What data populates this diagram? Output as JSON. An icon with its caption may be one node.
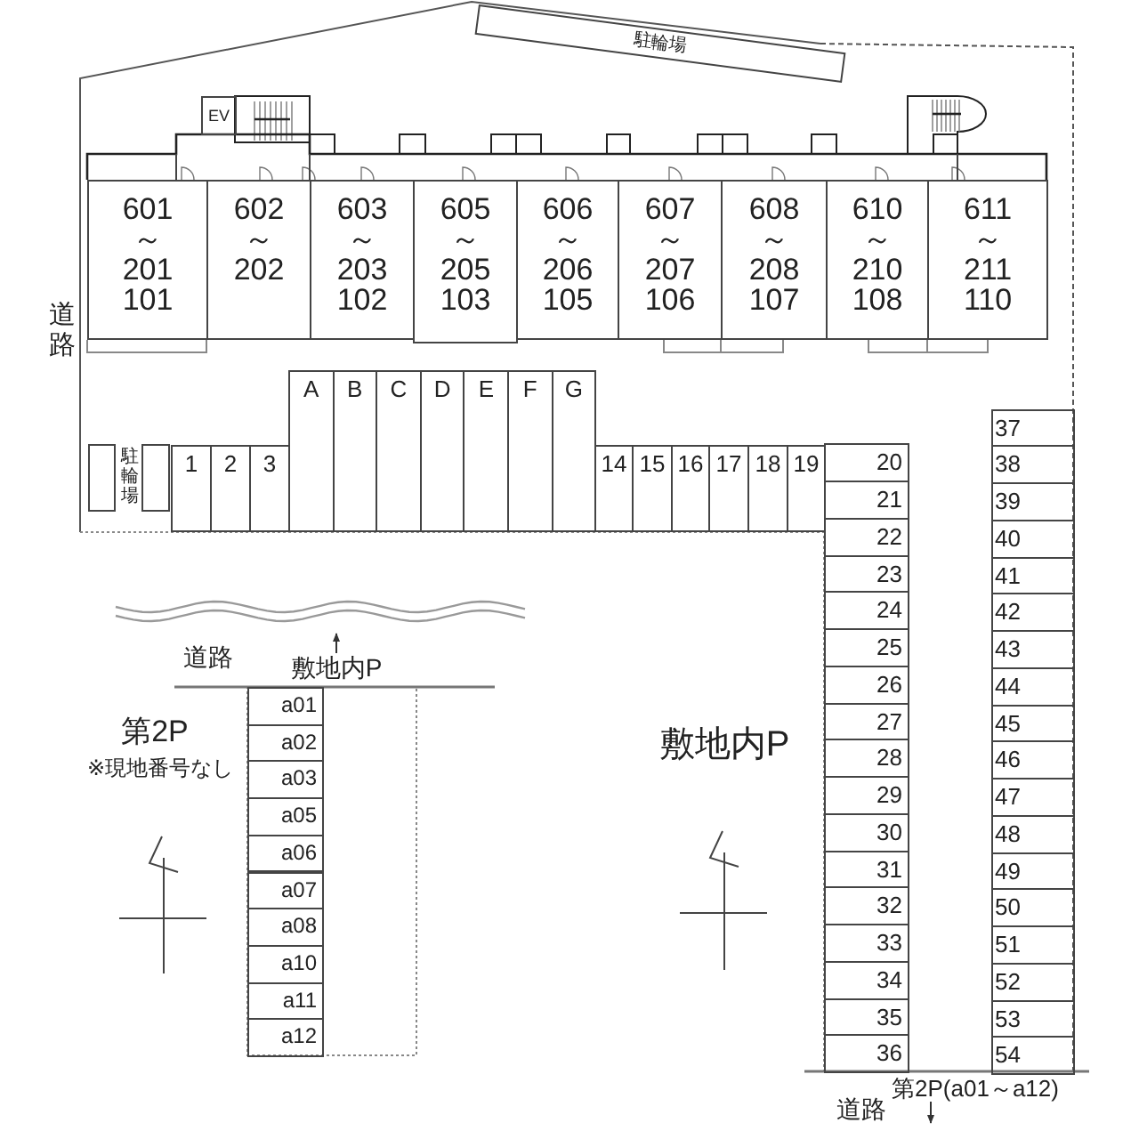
{
  "diagram": {
    "nodes": [
      {
        "text": [
          "駐輪場"
        ]
      },
      {
        "text": [
          "EV"
        ]
      },
      {
        "text": [
          "601 ～ 201 101"
        ]
      },
      {
        "text": [
          "602 ～ 202"
        ]
      },
      {
        "text": [
          "603 ～ 203 102"
        ]
      },
      {
        "text": [
          "605 ～ 205 103"
        ]
      },
      {
        "text": [
          "606 ～ 206 105"
        ]
      },
      {
        "text": [
          "607 ～ 207 106"
        ]
      },
      {
        "text": [
          "608 ～ 208 107"
        ]
      },
      {
        "text": [
          "610 ～ 210 108"
        ]
      },
      {
        "text": [
          "611 ～ 211 110"
        ]
      },
      {
        "text": [
          "A"
        ]
      },
      {
        "text": [
          "B"
        ]
      },
      {
        "text": [
          "C"
        ]
      },
      {
        "text": [
          "D"
        ]
      },
      {
        "text": [
          "E"
        ]
      },
      {
        "text": [
          "F"
        ]
      },
      {
        "text": [
          "G"
        ]
      },
      {
        "text": [
          "1"
        ]
      },
      {
        "text": [
          "2"
        ]
      },
      {
        "text": [
          "3"
        ]
      },
      {
        "text": [
          "14"
        ]
      },
      {
        "text": [
          "15"
        ]
      },
      {
        "text": [
          "16"
        ]
      },
      {
        "text": [
          "17"
        ]
      },
      {
        "text": [
          "18"
        ]
      },
      {
        "text": [
          "19"
        ]
      },
      {
        "text": [
          "20"
        ]
      },
      {
        "text": [
          "21"
        ]
      },
      {
        "text": [
          "22"
        ]
      },
      {
        "text": [
          "23"
        ]
      },
      {
        "text": [
          "24"
        ]
      },
      {
        "text": [
          "25"
        ]
      },
      {
        "text": [
          "26"
        ]
      },
      {
        "text": [
          "27"
        ]
      },
      {
        "text": [
          "28"
        ]
      },
      {
        "text": [
          "29"
        ]
      },
      {
        "text": [
          "30"
        ]
      },
      {
        "text": [
          "31"
        ]
      },
      {
        "text": [
          "32"
        ]
      },
      {
        "text": [
          "33"
        ]
      },
      {
        "text": [
          "34"
        ]
      },
      {
        "text": [
          "35"
        ]
      },
      {
        "text": [
          "36"
        ]
      },
      {
        "text": [
          "37"
        ]
      },
      {
        "text": [
          "38"
        ]
      },
      {
        "text": [
          "39"
        ]
      },
      {
        "text": [
          "40"
        ]
      },
      {
        "text": [
          "41"
        ]
      },
      {
        "text": [
          "42"
        ]
      },
      {
        "text": [
          "43"
        ]
      },
      {
        "text": [
          "44"
        ]
      },
      {
        "text": [
          "45"
        ]
      },
      {
        "text": [
          "46"
        ]
      },
      {
        "text": [
          "47"
        ]
      },
      {
        "text": [
          "48"
        ]
      },
      {
        "text": [
          "49"
        ]
      },
      {
        "text": [
          "50"
        ]
      },
      {
        "text": [
          "51"
        ]
      },
      {
        "text": [
          "52"
        ]
      },
      {
        "text": [
          "53"
        ]
      },
      {
        "text": [
          "54"
        ]
      },
      {
        "text": [
          "a01"
        ]
      },
      {
        "text": [
          "a02"
        ]
      },
      {
        "text": [
          "a03"
        ]
      },
      {
        "text": [
          "a05"
        ]
      },
      {
        "text": [
          "a06"
        ]
      },
      {
        "text": [
          "a07"
        ]
      },
      {
        "text": [
          "a08"
        ]
      },
      {
        "text": [
          "a10"
        ]
      },
      {
        "text": [
          "a11"
        ]
      },
      {
        "text": [
          "a12"
        ]
      }
    ],
    "labels": [
      "道路",
      "駐輪場",
      "道路",
      "敷地内P",
      "第2P",
      "※現地番号なし",
      "敷地内P",
      "道路",
      "第2P(a01～a12)"
    ]
  }
}
